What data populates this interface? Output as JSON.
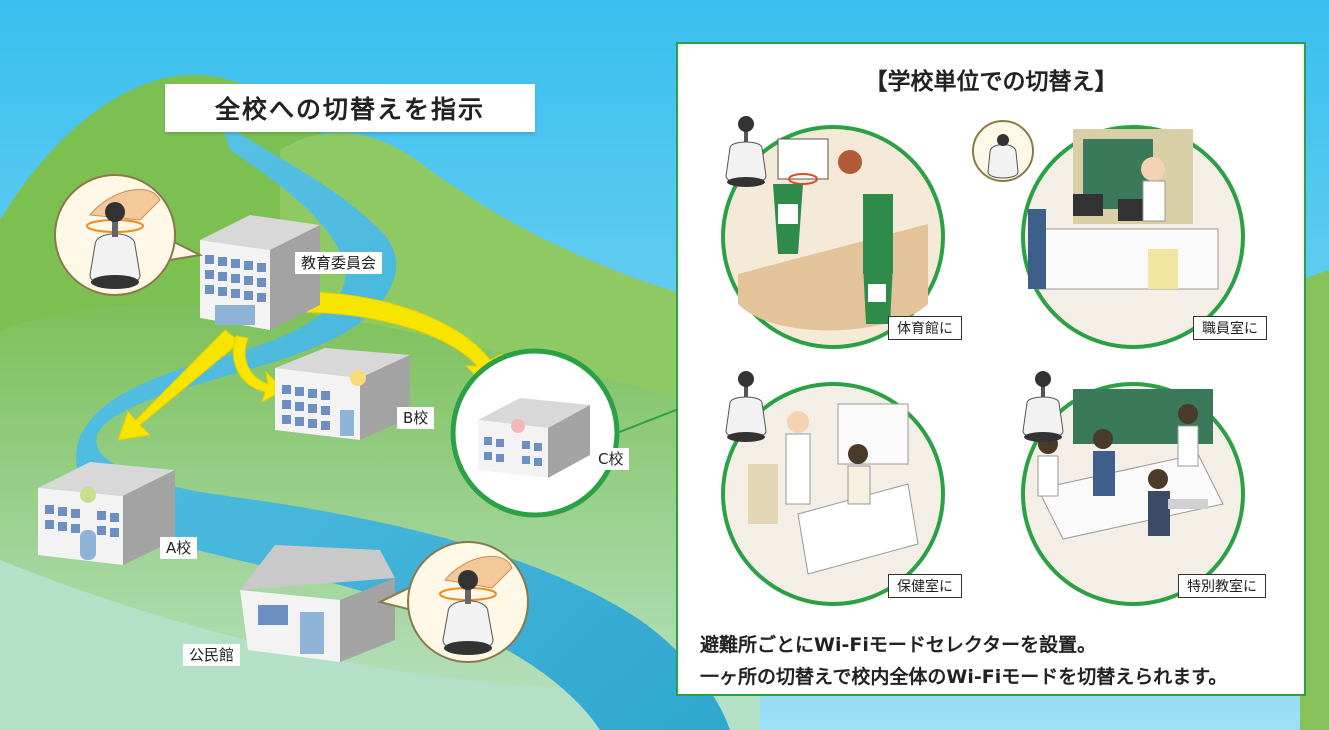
{
  "headline": "全校への切替えを指示",
  "sites": {
    "board": "教育委員会",
    "school_a": "A校",
    "school_b": "B校",
    "school_c": "C校",
    "community": "公民館"
  },
  "panel": {
    "title": "【学校単位での切替え】",
    "scenes": {
      "gym": "体育館に",
      "staff": "職員室に",
      "infirmary": "保健室に",
      "special": "特別教室に"
    },
    "description_line1": "避難所ごとにWi-Fiモードセレクターを設置。",
    "description_line2": "一ヶ所の切替えで校内全体のWi-Fiモードを切替えられます。"
  },
  "colors": {
    "sky": "#4fc3ee",
    "hill": "#86c259",
    "river": "#3fb0d8",
    "arrow": "#f7e500",
    "accent_green": "#2aa145"
  }
}
